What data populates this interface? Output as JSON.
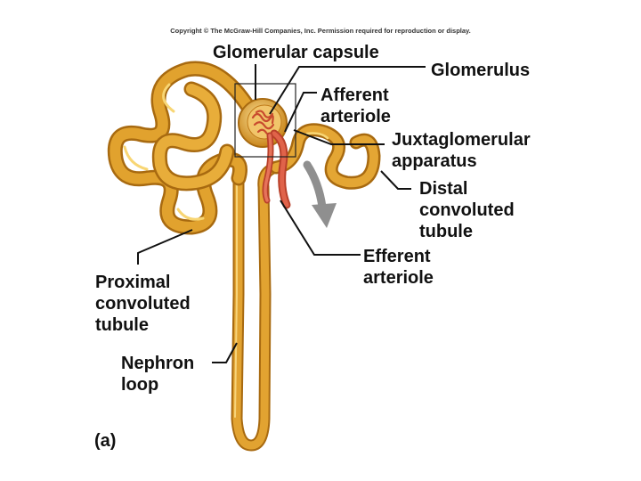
{
  "copyright": "Copyright © The McGraw-Hill Companies, Inc. Permission required for reproduction or display.",
  "labels": {
    "glomerular_capsule": "Glomerular capsule",
    "glomerulus": "Glomerulus",
    "afferent_arteriole": [
      "Afferent",
      "arteriole"
    ],
    "juxtaglomerular_apparatus": [
      "Juxtaglomerular",
      "apparatus"
    ],
    "distal_convoluted_tubule": [
      "Distal",
      "convoluted",
      "tubule"
    ],
    "efferent_arteriole": [
      "Efferent",
      "arteriole"
    ],
    "proximal_convoluted_tubule": [
      "Proximal",
      "convoluted",
      "tubule"
    ],
    "nephron_loop": [
      "Nephron",
      "loop"
    ]
  },
  "panel_letter": "(a)",
  "colors": {
    "tubule": "#d99a22",
    "tubule_highlight": "#f5cf6a",
    "arteriole": "#d8553a",
    "arrow": "#8f8f8f"
  }
}
